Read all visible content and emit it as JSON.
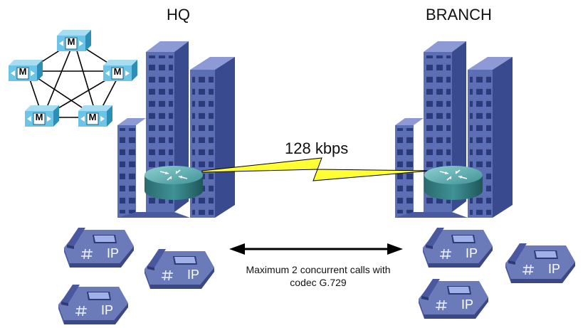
{
  "sites": {
    "hq": {
      "label": "HQ"
    },
    "branch": {
      "label": "BRANCH"
    }
  },
  "wan_link": {
    "bandwidth": "128 kbps",
    "color": "#ffff33"
  },
  "call_limit": {
    "line1": "Maximum 2 concurrent calls with",
    "line2": "codec G.729"
  },
  "cluster": {
    "node_label": "M",
    "node_count": 5
  },
  "phones": {
    "label": "IP",
    "hq_count": 3,
    "branch_count": 3
  },
  "colors": {
    "building_front": "#5d6fb4",
    "building_side": "#3a4a8e",
    "building_top": "#8e9ad6",
    "window": "#2b3a7a",
    "router_top": "#5aa3a7",
    "router_side": "#2e7478",
    "phone_body": "#6b7ab8",
    "phone_dark": "#3b4886",
    "cluster_node": "#6cc4e6"
  }
}
